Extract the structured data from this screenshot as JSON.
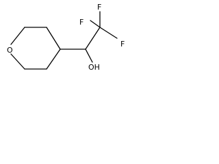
{
  "molecule": {
    "atoms": {
      "ring_oxygen": "O",
      "fluorine_top": "F",
      "fluorine_right": "F",
      "fluorine_left": "F",
      "hydroxyl": "OH"
    },
    "colors": {
      "bond": "#000000",
      "label": "#000000",
      "background": "#ffffff"
    }
  }
}
